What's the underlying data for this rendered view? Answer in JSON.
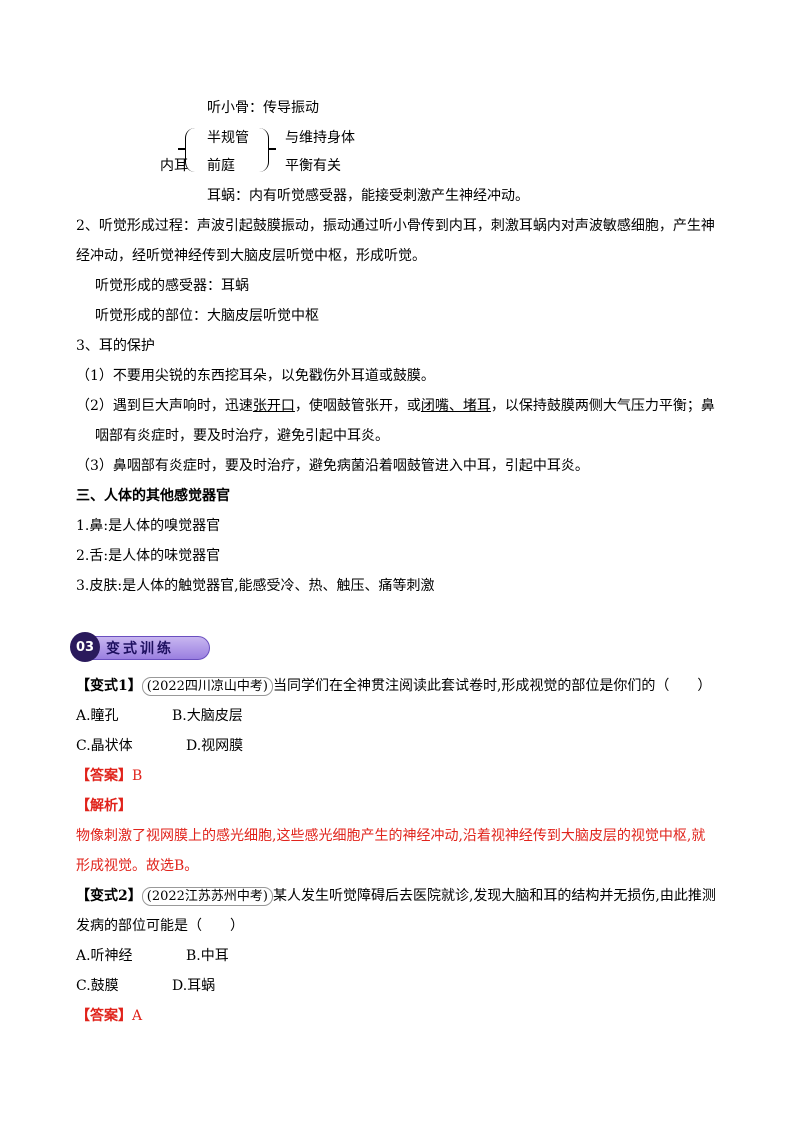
{
  "ear": {
    "ossicles": "听小骨：传导振动",
    "semicircular": "半规管",
    "vestibule": "前庭",
    "inner_ear": "内耳",
    "balance1": "与维持身体",
    "balance2": "平衡有关",
    "cochlea": "耳蜗：内有听觉感受器，能接受刺激产生神经冲动。"
  },
  "hearing": {
    "p2_line1": "2、听觉形成过程：声波引起鼓膜振动，振动通过听小骨传到内耳，刺激耳蜗内对声波敏感细胞，产生神",
    "p2_line2": "经冲动，经听觉神经传到大脑皮层听觉中枢，形成听觉。",
    "receptor": "听觉形成的感受器：耳蜗",
    "site": "听觉形成的部位：大脑皮层听觉中枢"
  },
  "protection": {
    "title": "3、耳的保护",
    "i1": "（1）不要用尖锐的东西挖耳朵，以免戳伤外耳道或鼓膜。",
    "i2_a": "（2）遇到巨大声响时，迅速",
    "i2_u1": "张开口",
    "i2_b": "，使咽鼓管张开，或",
    "i2_u2": "闭嘴、堵耳",
    "i2_c": "，以保持鼓膜两侧大气压力平衡；鼻",
    "i2_line2": "咽部有炎症时，要及时治疗，避免引起中耳炎。",
    "i3": "（3）鼻咽部有炎症时，要及时治疗，避免病菌沿着咽鼓管进入中耳，引起中耳炎。"
  },
  "other_senses": {
    "heading": "三、人体的其他感觉器官",
    "nose": "1.鼻:是人体的嗅觉器官",
    "tongue": "2.舌:是人体的味觉器官",
    "skin": "3.皮肤:是人体的触觉器官,能感受冷、热、触压、痛等刺激"
  },
  "banner": {
    "number": "03",
    "title": "变式训练"
  },
  "q1": {
    "tag": "【变式1】",
    "source": "(2022四川凉山中考)",
    "stem": "当同学们在全神贯注阅读此套试卷时,形成视觉的部位是你们的（　　）",
    "optA": "A.瞳孔",
    "optB": "B.大脑皮层",
    "optC": "C.晶状体",
    "optD": "D.视网膜",
    "answer_tag": "【答案】",
    "answer": "B",
    "analysis_tag": "【解析】",
    "analysis1": "物像刺激了视网膜上的感光细胞,这些感光细胞产生的神经冲动,沿着视神经传到大脑皮层的视觉中枢,就",
    "analysis2": "形成视觉。故选B。"
  },
  "q2": {
    "tag": "【变式2】",
    "source": "(2022江苏苏州中考)",
    "stem": "某人发生听觉障碍后去医院就诊,发现大脑和耳的结构并无损伤,由此推测",
    "stem2": "发病的部位可能是（　　）",
    "optA": "A.听神经",
    "optB": "B.中耳",
    "optC": "C.鼓膜",
    "optD": "D.耳蜗",
    "answer_tag": "【答案】",
    "answer": "A"
  }
}
